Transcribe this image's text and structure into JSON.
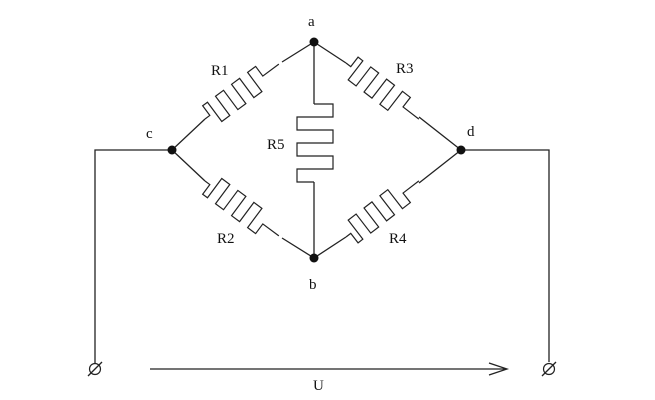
{
  "diagram": {
    "nodes": {
      "a": "a",
      "b": "b",
      "c": "c",
      "d": "d"
    },
    "resistors": [
      {
        "id": "R1",
        "label": "R1",
        "from": "c",
        "to": "a"
      },
      {
        "id": "R2",
        "label": "R2",
        "from": "c",
        "to": "b"
      },
      {
        "id": "R3",
        "label": "R3",
        "from": "a",
        "to": "d"
      },
      {
        "id": "R4",
        "label": "R4",
        "from": "b",
        "to": "d"
      },
      {
        "id": "R5",
        "label": "R5",
        "from": "a",
        "to": "b"
      }
    ],
    "voltage_label": "U",
    "colors": {
      "line": "#222222",
      "node": "#111111",
      "background": "#ffffff"
    }
  }
}
